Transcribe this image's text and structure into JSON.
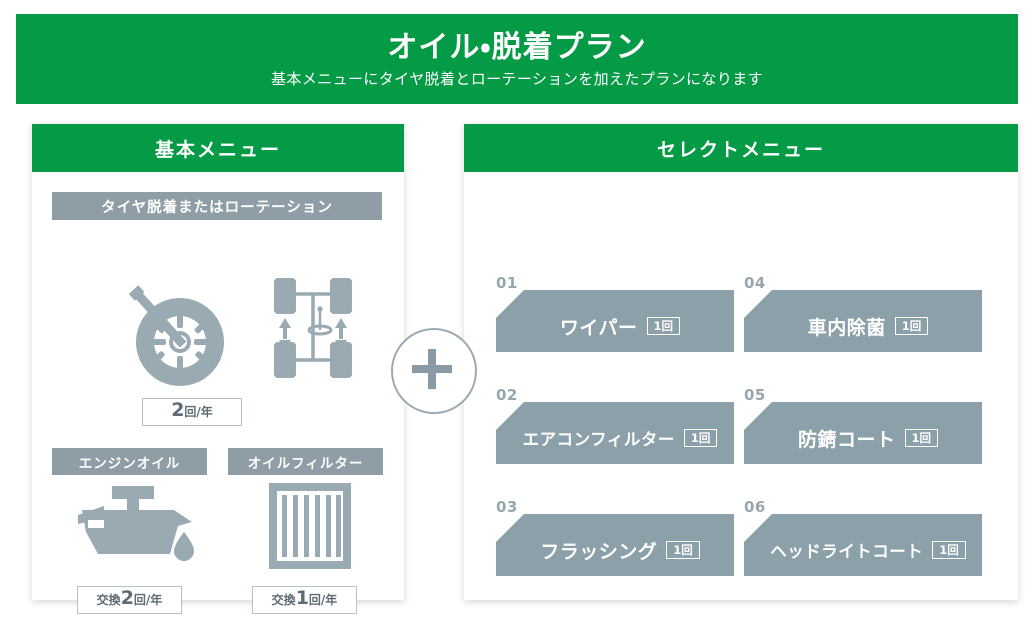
{
  "header": {
    "title": "オイル・脱着プラン",
    "subtitle": "基本メニューにタイヤ脱着とローテーションを加えたプランになります",
    "bg_color": "#059A45"
  },
  "connector": {
    "symbol": "+",
    "icon": "plus-icon",
    "color": "#8B9BA5"
  },
  "basic_menu": {
    "heading": "基本メニュー",
    "main_service": {
      "label": "タイヤ脱着またはローテーション",
      "icons": [
        "tire-wrench-icon",
        "tire-rotation-chassis-icon"
      ],
      "count_number": "2",
      "count_unit": "回/年"
    },
    "sub_services": [
      {
        "label": "エンジンオイル",
        "icon": "oil-can-icon",
        "prefix": "交換",
        "count_number": "2",
        "count_unit": "回/年"
      },
      {
        "label": "オイルフィルター",
        "icon": "oil-filter-icon",
        "prefix": "交換",
        "count_number": "1",
        "count_unit": "回/年"
      }
    ]
  },
  "select_menu": {
    "heading": "セレクトメニュー",
    "items": [
      {
        "number": "01",
        "label": "ワイパー",
        "count": "1回"
      },
      {
        "number": "02",
        "label": "エアコンフィルター",
        "count": "1回"
      },
      {
        "number": "03",
        "label": "フラッシング",
        "count": "1回"
      },
      {
        "number": "04",
        "label": "車内除菌",
        "count": "1回"
      },
      {
        "number": "05",
        "label": "防錆コート",
        "count": "1回"
      },
      {
        "number": "06",
        "label": "ヘッドライトコート",
        "count": "1回"
      }
    ]
  },
  "colors": {
    "green": "#059A45",
    "slate": "#8E9DA6",
    "box_slate": "#8CA0A9",
    "badge_border": "#B7C2C8",
    "badge_text": "#5E6C75"
  }
}
